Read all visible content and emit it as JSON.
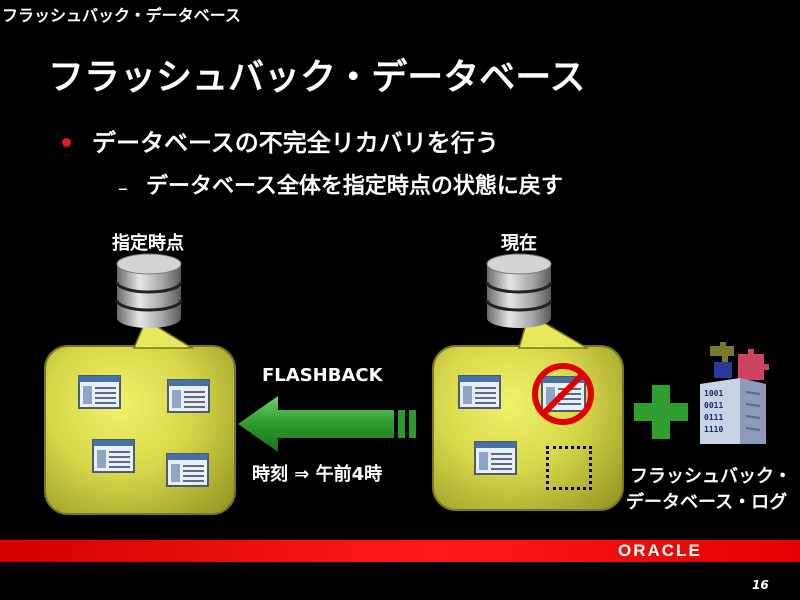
{
  "slide": {
    "header_small": "フラッシュバック・データベース",
    "title": "フラッシュバック・データベース",
    "bullets": [
      "データベースの不完全リカバリを行う",
      "データベース全体を指定時点の状態に戻す"
    ],
    "sub_dash": "–",
    "left_db_label": "指定時点",
    "right_db_label": "現在",
    "flashback_label": "FLASHBACK",
    "time_label": "時刻 ⇒ 午前4時",
    "log_label_line1": "フラッシュバック・",
    "log_label_line2": "データベース・ログ",
    "logo": "ORACLE",
    "page_number": "16"
  },
  "colors": {
    "background": "#000000",
    "bullet_red": "#e41b17",
    "bubble_yellow": "#e6e65a",
    "arrow_green": "#2fa02f",
    "plus_green": "#2fa02f",
    "prohibit_red": "#e00000",
    "band_red": "#e00000"
  },
  "icons": [
    "database-icon",
    "window-icon",
    "prohibited-icon",
    "dotted-placeholder-icon",
    "plus-icon",
    "log-building-icon",
    "puzzle-icon"
  ]
}
